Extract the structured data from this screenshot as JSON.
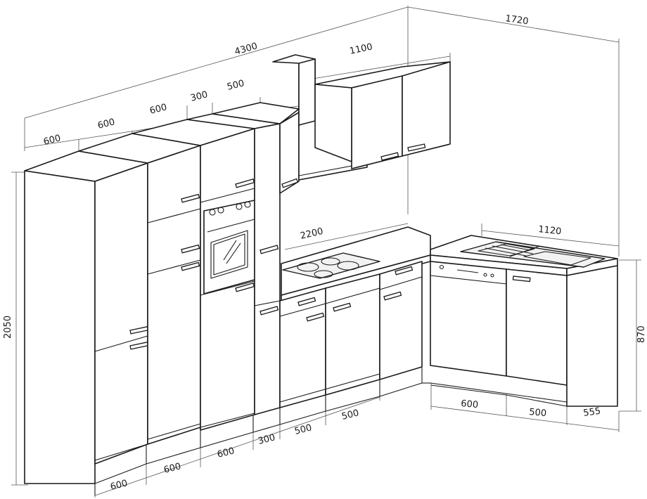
{
  "dimensions": {
    "total_width": "4300",
    "return_width": "1720",
    "wall_cabinets_width": "1100",
    "worktop_width": "2200",
    "sink_unit_width": "1120",
    "height_total": "2050",
    "base_height": "870",
    "depth": "555",
    "top_widths": [
      "600",
      "600",
      "600",
      "300",
      "500"
    ],
    "bottom_widths": [
      "600",
      "600",
      "600",
      "300",
      "500",
      "500"
    ],
    "return_bottom_widths": [
      "600",
      "500"
    ]
  }
}
